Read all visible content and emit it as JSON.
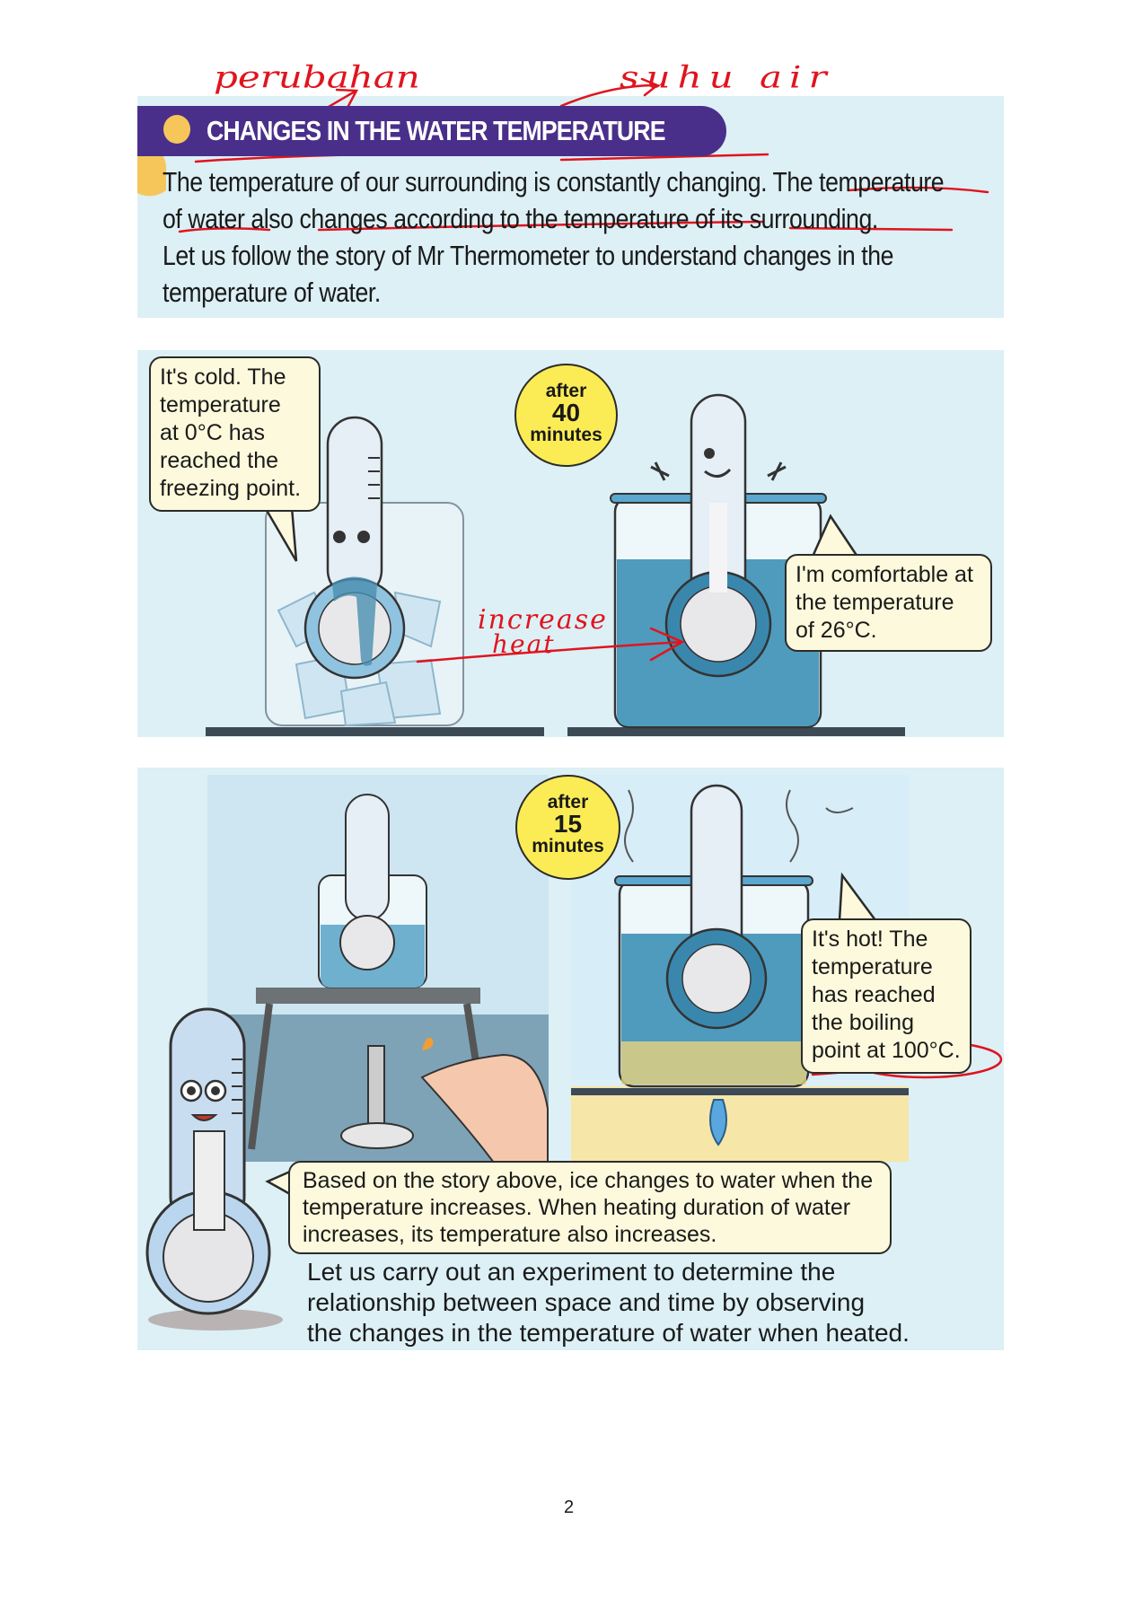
{
  "header": {
    "title": "CHANGES IN THE WATER TEMPERATURE"
  },
  "intro": {
    "lines": [
      "The temperature of our surrounding is constantly changing. The temperature",
      "of water also changes according to the temperature of its surrounding.",
      "Let us follow the story of Mr Thermometer to understand changes in the",
      "temperature of water."
    ]
  },
  "scene1": {
    "cold_bubble": [
      "It's cold. The",
      "temperature",
      "at 0°C has",
      "reached the",
      "freezing point."
    ],
    "timer": {
      "top": "after",
      "number": "40",
      "bottom": "minutes"
    },
    "comfortable_bubble": [
      "I'm comfortable at",
      "the temperature",
      "of 26°C."
    ]
  },
  "scene2": {
    "timer": {
      "top": "after",
      "number": "15",
      "bottom": "minutes"
    },
    "hot_bubble": [
      "It's hot! The",
      "temperature",
      "has reached",
      "the boiling",
      "point at 100°C."
    ],
    "summary_bubble": [
      "Based on the story above, ice changes to water when the",
      "temperature increases. When heating duration of water",
      "increases, its temperature also increases."
    ],
    "outro": [
      "Let us carry out an experiment to determine the",
      "relationship between space and time by observing",
      "the changes in the temperature of water when heated."
    ]
  },
  "annotations": {
    "perubahan": "perubahan",
    "suhu_air": "suhu air",
    "increase": "increase",
    "heat": "heat",
    "ink_color": "#e0141e"
  },
  "page_number": "2"
}
